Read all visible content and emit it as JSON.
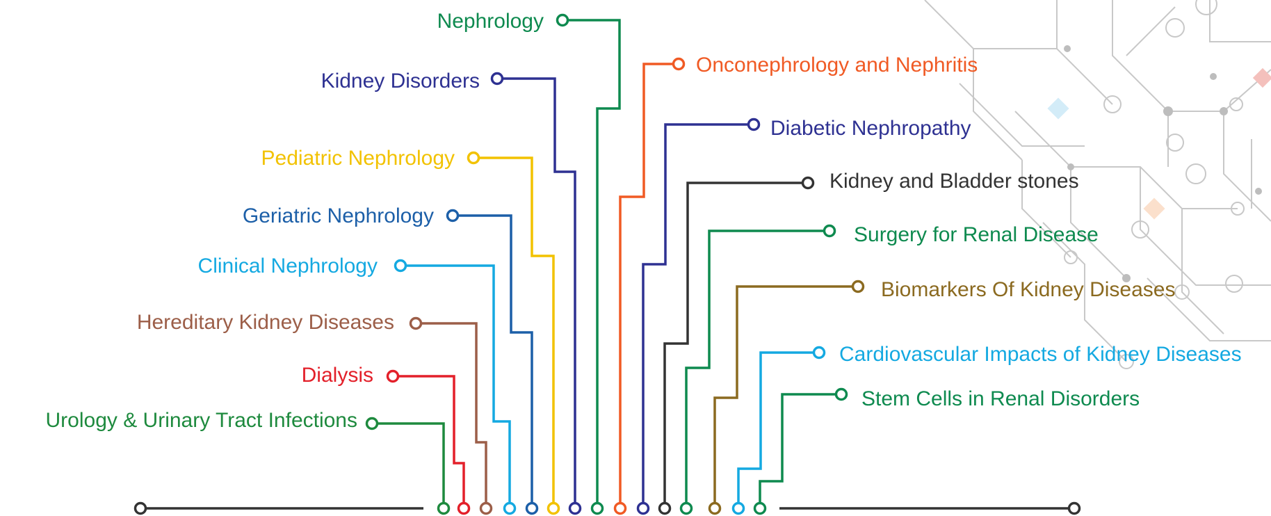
{
  "topics_left": [
    {
      "id": "nephrology",
      "label": "Nephrology",
      "color": "#0e8a4f"
    },
    {
      "id": "kidney-disorders",
      "label": "Kidney Disorders",
      "color": "#2e3192"
    },
    {
      "id": "pediatric-nephrology",
      "label": "Pediatric Nephrology",
      "color": "#f2c200"
    },
    {
      "id": "geriatric-nephrology",
      "label": "Geriatric Nephrology",
      "color": "#1c5fa8"
    },
    {
      "id": "clinical-nephrology",
      "label": "Clinical Nephrology",
      "color": "#14a9e1"
    },
    {
      "id": "hereditary-kidney-diseases",
      "label": "Hereditary Kidney Diseases",
      "color": "#9c5e48"
    },
    {
      "id": "dialysis",
      "label": "Dialysis",
      "color": "#e3202a"
    },
    {
      "id": "urology-uti",
      "label": "Urology & Urinary Tract Infections",
      "color": "#1e8a3e"
    }
  ],
  "topics_right": [
    {
      "id": "onconephrology-nephritis",
      "label": "Onconephrology and Nephritis",
      "color": "#f05a24"
    },
    {
      "id": "diabetic-nephropathy",
      "label": "Diabetic Nephropathy",
      "color": "#2e3192"
    },
    {
      "id": "kidney-bladder-stones",
      "label": "Kidney and Bladder stones",
      "color": "#333333"
    },
    {
      "id": "surgery-renal-disease",
      "label": "Surgery for Renal Disease",
      "color": "#0e8a4f"
    },
    {
      "id": "biomarkers-kidney-diseases",
      "label": "Biomarkers Of Kidney Diseases",
      "color": "#8b6a20"
    },
    {
      "id": "cardiovascular-impacts",
      "label": "Cardiovascular Impacts of Kidney Diseases",
      "color": "#14a9e1"
    },
    {
      "id": "stem-cells-renal",
      "label": "Stem Cells in Renal Disorders",
      "color": "#0e8a4f"
    }
  ],
  "baseline_color": "#333333",
  "decor_colors": {
    "lines": "#c8c8c8",
    "diamond_blue": "#d3ecf8",
    "diamond_peach": "#fbe0cc",
    "diamond_pink": "#f4c0bc"
  }
}
